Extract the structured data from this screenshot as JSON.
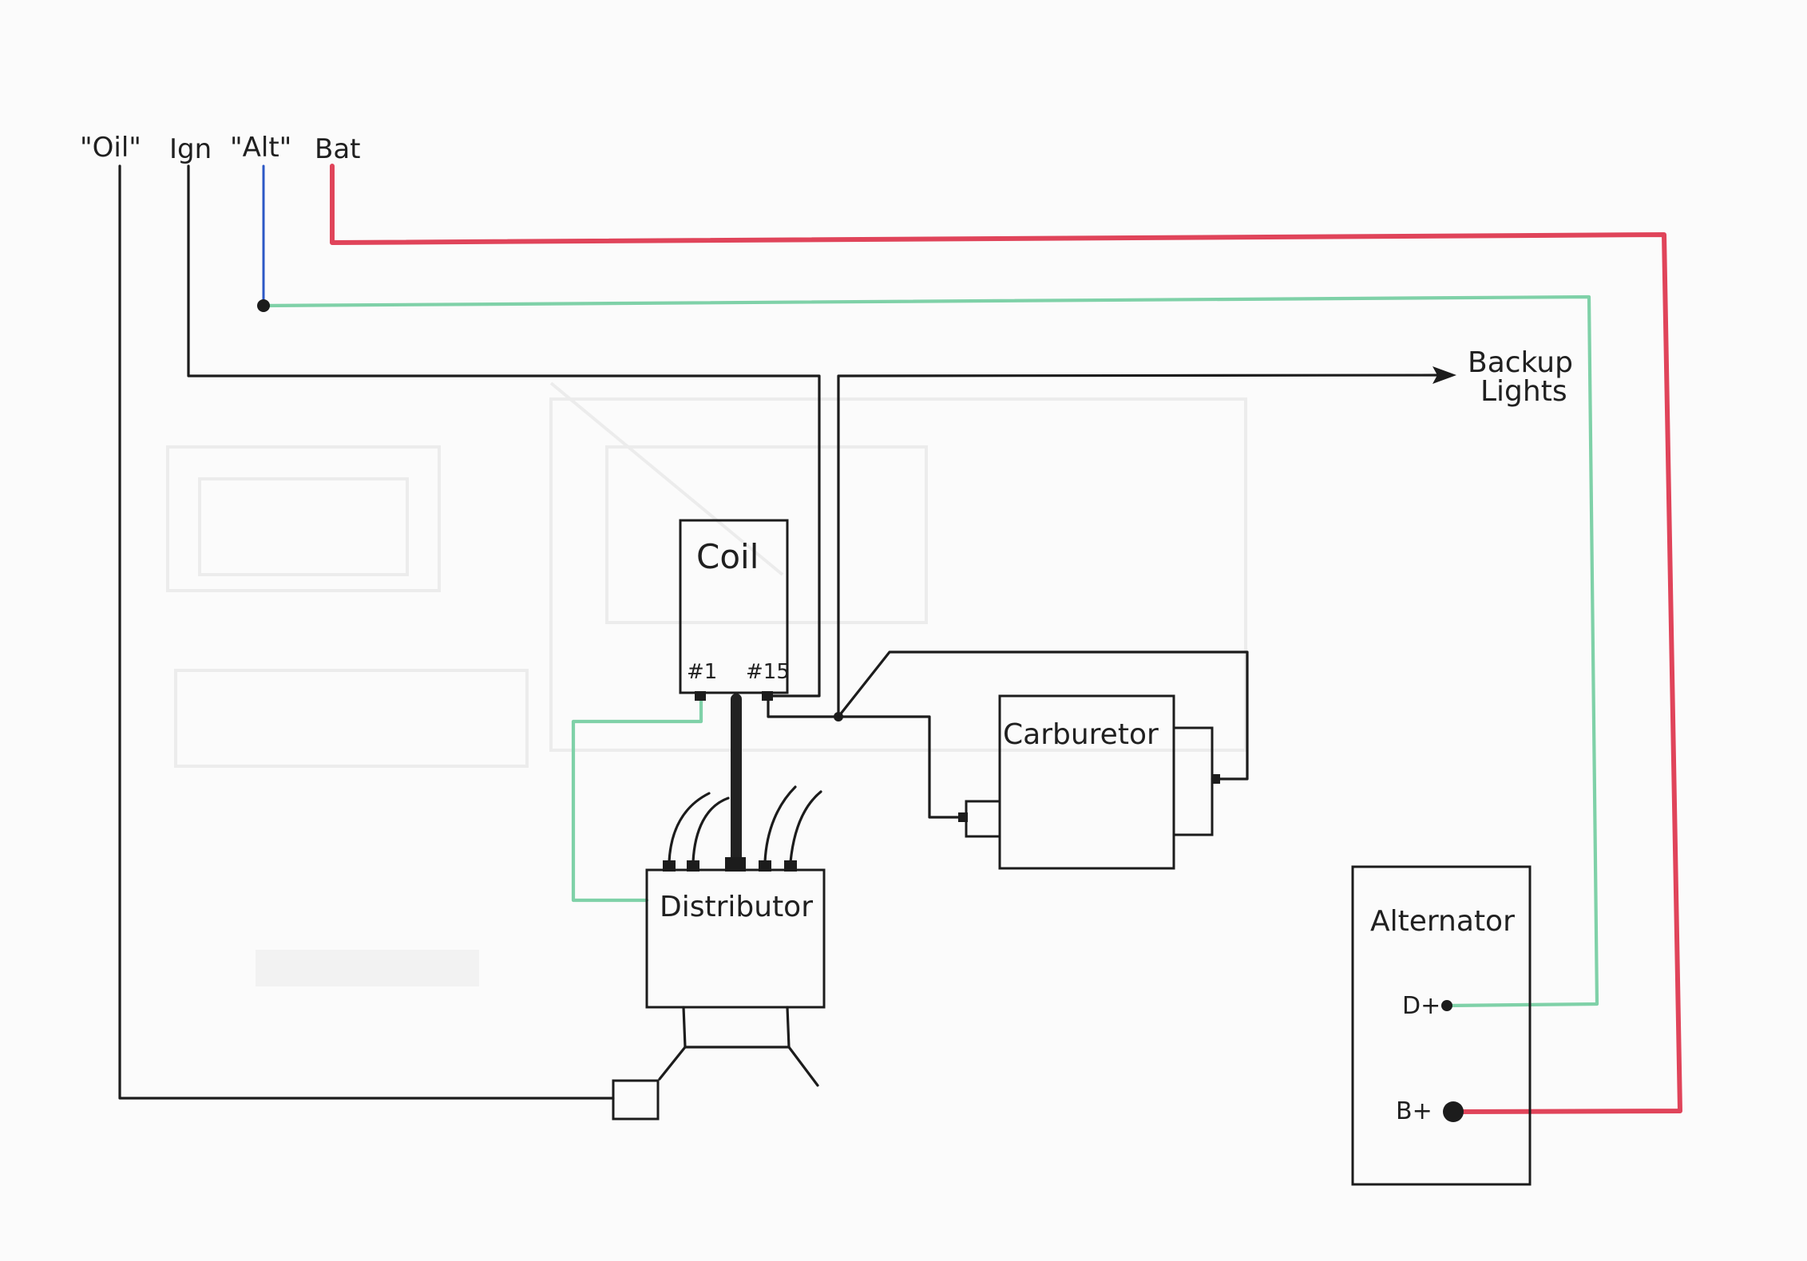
{
  "labels": {
    "oil": "\"Oil\"",
    "ign": "Ign",
    "alt": "\"Alt\"",
    "bat": "Bat",
    "backup_line1": "Backup",
    "backup_line2": "Lights",
    "coil": "Coil",
    "coil_term1": "#1",
    "coil_term15": "#15",
    "carburetor": "Carburetor",
    "distributor": "Distributor",
    "alternator": "Alternator",
    "d_plus": "D+",
    "b_plus": "B+"
  },
  "wire_colors": {
    "bat": "#e0445a",
    "alt_charge": "#7fd1a8",
    "alt_lead": "#2d58c6",
    "ignition": "#1c1c1c"
  }
}
